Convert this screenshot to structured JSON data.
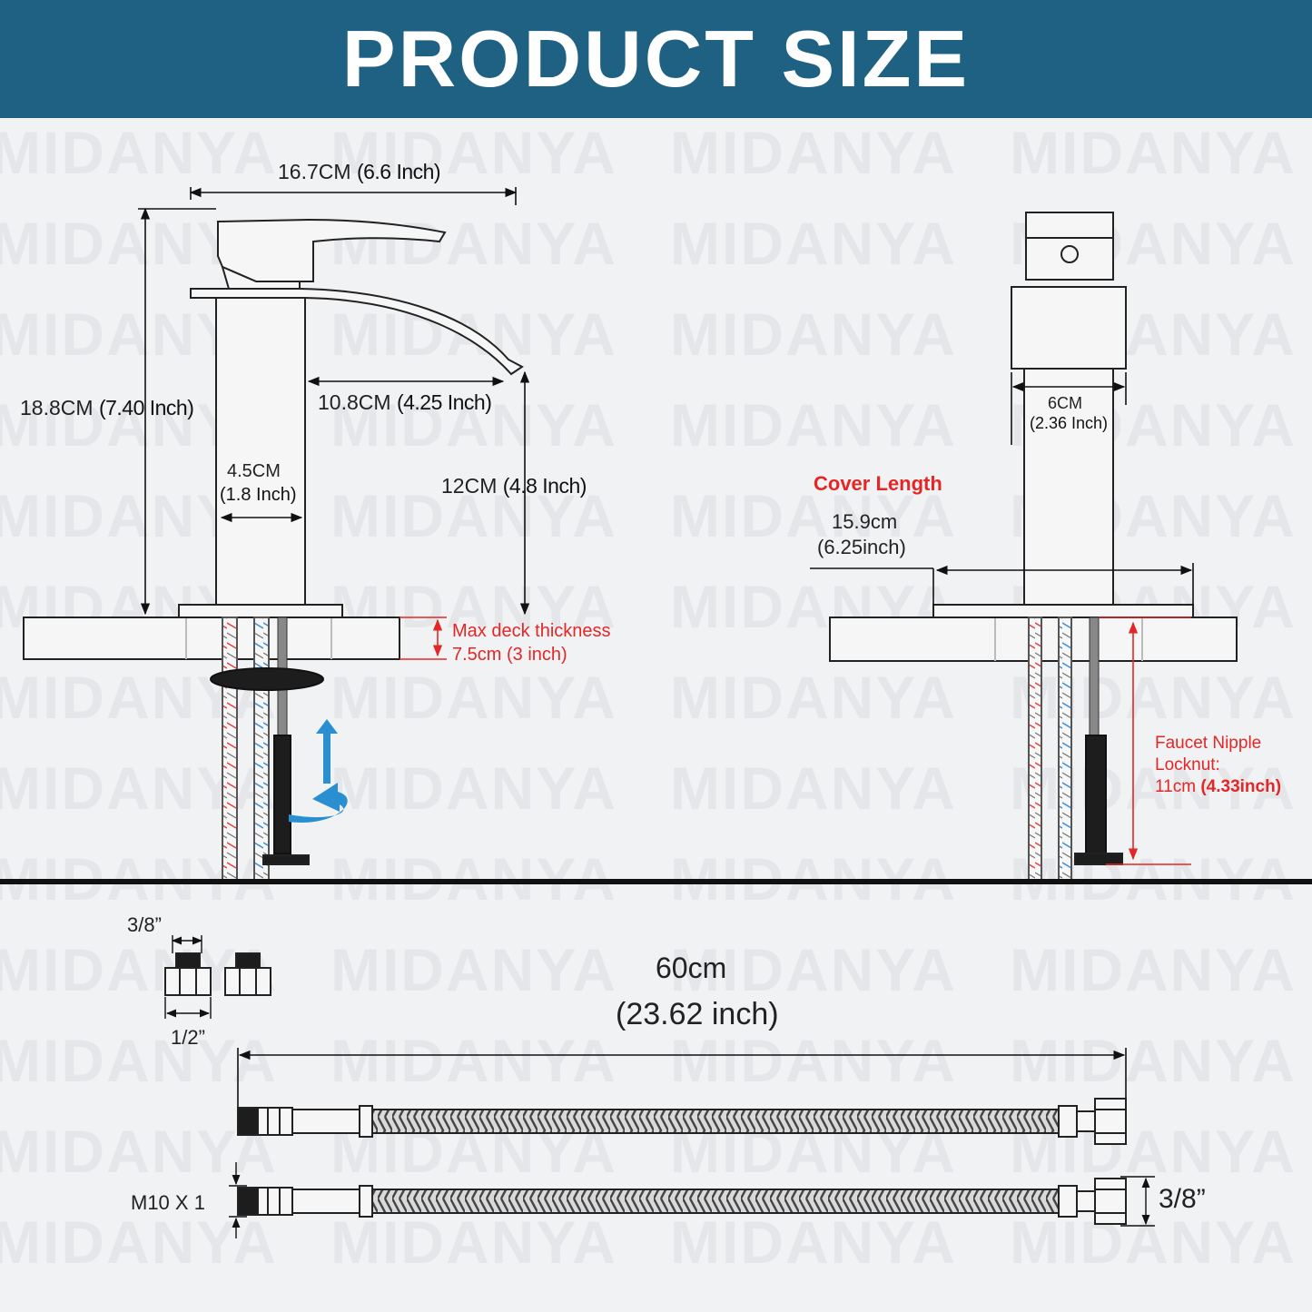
{
  "header": {
    "title": "PRODUCT SIZE"
  },
  "watermark": "MIDANYA",
  "colors": {
    "header_bg": "#1f6182",
    "label_red": "#e52626",
    "arrow_blue": "#2a8fd0",
    "background": "#f1f2f4"
  },
  "front_view": {
    "width_cm": "16.7CM",
    "width_in": "(6.6 Inch)",
    "height_cm": "18.8CM",
    "height_in": "(7.40 Inch)",
    "reach_cm": "10.8CM",
    "reach_in": "(4.25 Inch)",
    "spout_cm": "12CM",
    "spout_in": "(4.8 Inch)",
    "body_cm": "4.5CM",
    "body_in": "(1.8 Inch)",
    "deck_line1": "Max deck thickness",
    "deck_line2": "7.5cm (3 inch)"
  },
  "side_view": {
    "body_cm": "6CM",
    "body_in": "(2.36 Inch)",
    "cover_title": "Cover Length",
    "cover_cm": "15.9cm",
    "cover_in": "(6.25inch)",
    "nipple_line1": "Faucet Nipple",
    "nipple_line2": "Locknut:",
    "nipple_cm": "11cm ",
    "nipple_in": "(4.33inch)"
  },
  "hoses": {
    "length_cm": "60cm",
    "length_in": "(23.62 inch)",
    "adapter_top": "3/8”",
    "adapter_bottom": "1/2”",
    "thread_label": "M10 X 1",
    "end_size": "3/8”"
  }
}
